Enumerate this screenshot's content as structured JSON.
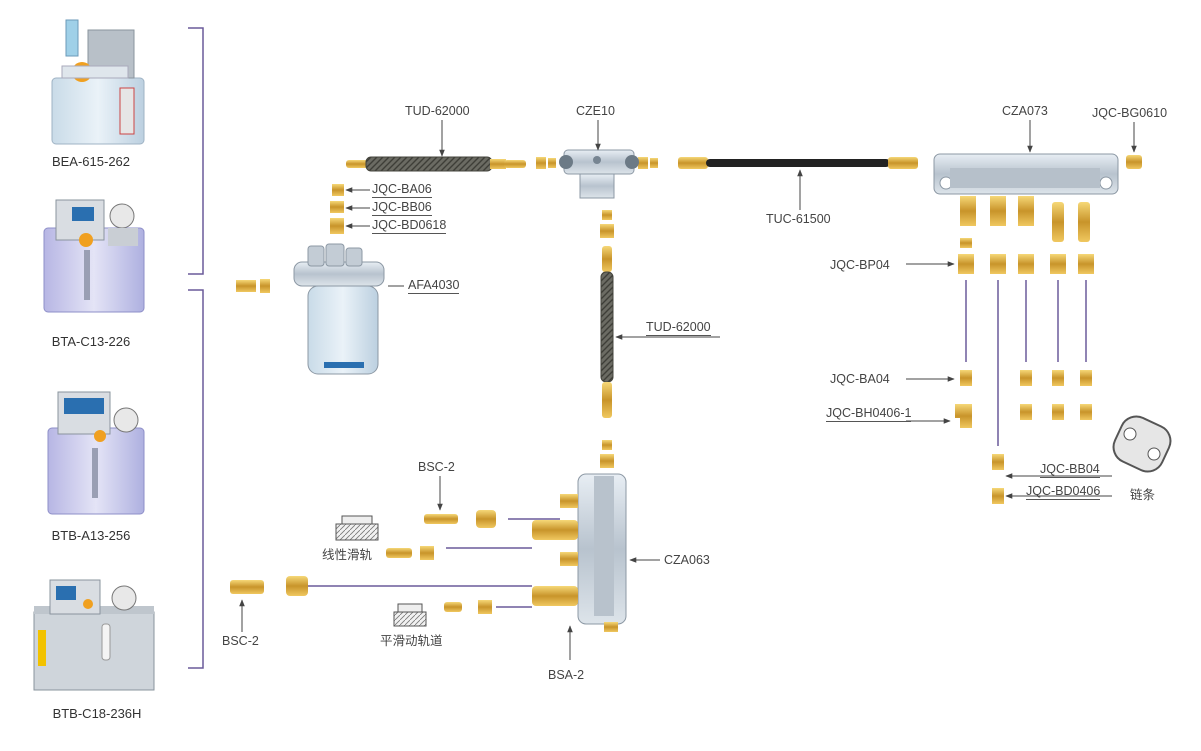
{
  "pumps": [
    {
      "model": "BEA-615-262"
    },
    {
      "model": "BTA-C13-226"
    },
    {
      "model": "BTB-A13-256"
    },
    {
      "model": "BTB-C18-236H"
    }
  ],
  "labels": {
    "tud_top": "TUD-62000",
    "cze10": "CZE10",
    "cza073": "CZA073",
    "jqc_bg0610": "JQC-BG0610",
    "jqc_ba06": "JQC-BA06",
    "jqc_bb06": "JQC-BB06",
    "jqc_bd0618": "JQC-BD0618",
    "afa4030": "AFA4030",
    "tuc61500": "TUC-61500",
    "jqc_bp04": "JQC-BP04",
    "tud_mid": "TUD-62000",
    "jqc_ba04": "JQC-BA04",
    "jqc_bh0406": "JQC-BH0406-1",
    "jqc_bb04": "JQC-BB04",
    "jqc_bd0406": "JQC-BD0406",
    "chain": "链条",
    "bsc2_top": "BSC-2",
    "linear_rail": "线性滑轨",
    "cza063": "CZA063",
    "bsc2_left": "BSC-2",
    "flat_rail": "平滑动轨道",
    "bsa2": "BSA-2"
  },
  "colors": {
    "line": "#6a5a9a",
    "brass": "#d4a43a",
    "aluminum": "#c9d2dc",
    "label": "#444444"
  }
}
